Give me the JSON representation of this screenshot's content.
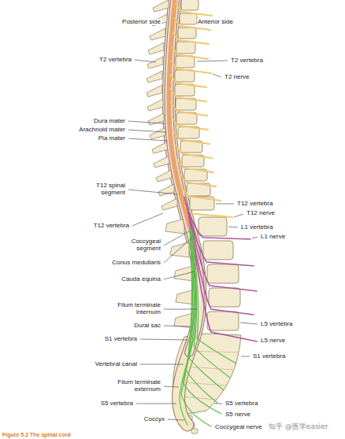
{
  "diagram": {
    "caption": "Figure 5.2 The spinal cord",
    "labels": [
      "Posterior side",
      "Anterior side",
      "T2 vertebra",
      "T2 vertebra",
      "T2 nerve",
      "Dura mater",
      "Arachnoid mater",
      "Pia mater",
      "T12 spinal segment",
      "T12 vertebra",
      "T12 nerve",
      "L1 vertebra",
      "L1 nerve",
      "T12 vertebra",
      "Coccygeal segment",
      "Conus medullaris",
      "Cauda equina",
      "Filum terminale internum",
      "Dural sac",
      "L5 vertebra",
      "S1 vertebra",
      "L5 nerve",
      "S1 vertebra",
      "Vertebral canal",
      "Filum terminale externum",
      "S5 vertebra",
      "S5 vertebra",
      "S5 nerve",
      "Coccyx",
      "Coccygeal nerve",
      "知乎 @医学easier"
    ]
  }
}
